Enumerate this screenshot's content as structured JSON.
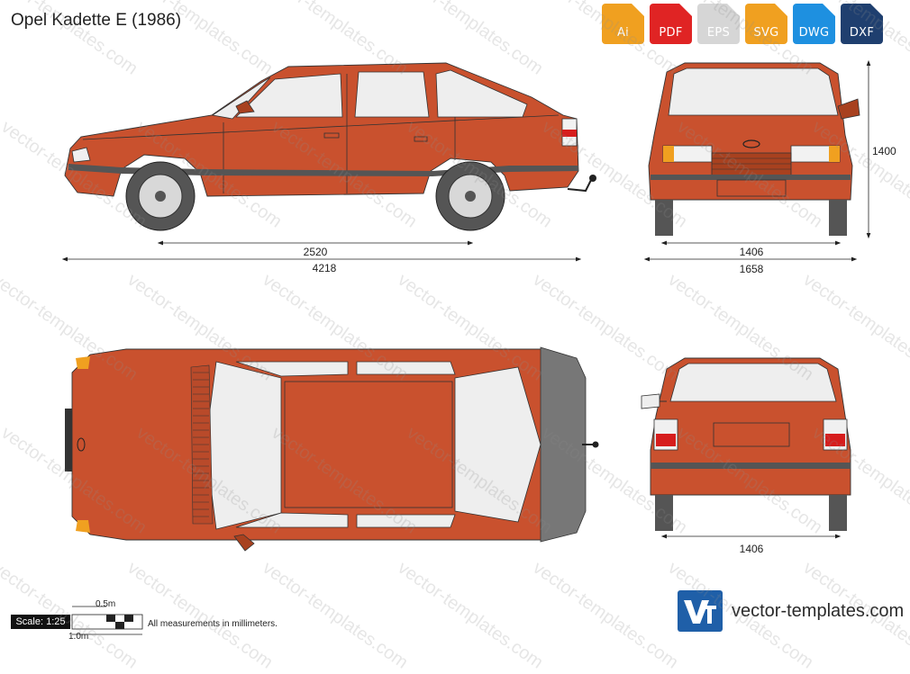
{
  "title": "Opel Kadette E (1986)",
  "formats": [
    {
      "label": "Ai",
      "color": "#f0a020",
      "icon": "ai-file-icon"
    },
    {
      "label": "PDF",
      "color": "#e02424",
      "icon": "pdf-file-icon"
    },
    {
      "label": "EPS",
      "color": "#d6d6d6",
      "icon": "eps-file-icon"
    },
    {
      "label": "SVG",
      "color": "#f0a020",
      "icon": "svg-file-icon"
    },
    {
      "label": "DWG",
      "color": "#1e90e0",
      "icon": "dwg-file-icon"
    },
    {
      "label": "DXF",
      "color": "#1f3f6f",
      "icon": "dxf-file-icon"
    }
  ],
  "dimensions": {
    "wheelbase": "2520",
    "length": "4218",
    "height": "1400",
    "front_track": "1406",
    "width": "1658",
    "rear_track": "1406"
  },
  "scale": {
    "label": "Scale: 1:25",
    "half_m": "0.5m",
    "one_m": "1.0m"
  },
  "note": "All measurements in millimeters.",
  "watermark": "vector-templates.com",
  "brand": {
    "logo": "Vt",
    "text": "vector-templates.com",
    "color": "#1f5fa8"
  },
  "colors": {
    "body": "#c9512e",
    "body_dark": "#a8411f",
    "glass": "#eeeeee",
    "tire": "#555555",
    "trim": "#555555"
  }
}
